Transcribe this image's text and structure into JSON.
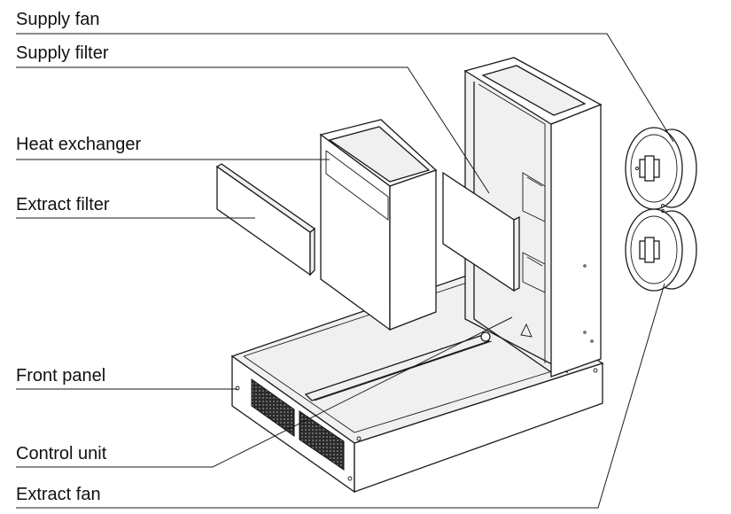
{
  "labels": {
    "supply_fan": "Supply fan",
    "supply_filter": "Supply filter",
    "heat_exchanger": "Heat exchanger",
    "extract_filter": "Extract filter",
    "front_panel": "Front panel",
    "control_unit": "Control unit",
    "extract_fan": "Extract fan"
  },
  "colors": {
    "line": "#1a1a1a",
    "panel_fill": "#f0f0f0",
    "grille": "#2a2a2a",
    "background": "#ffffff"
  }
}
